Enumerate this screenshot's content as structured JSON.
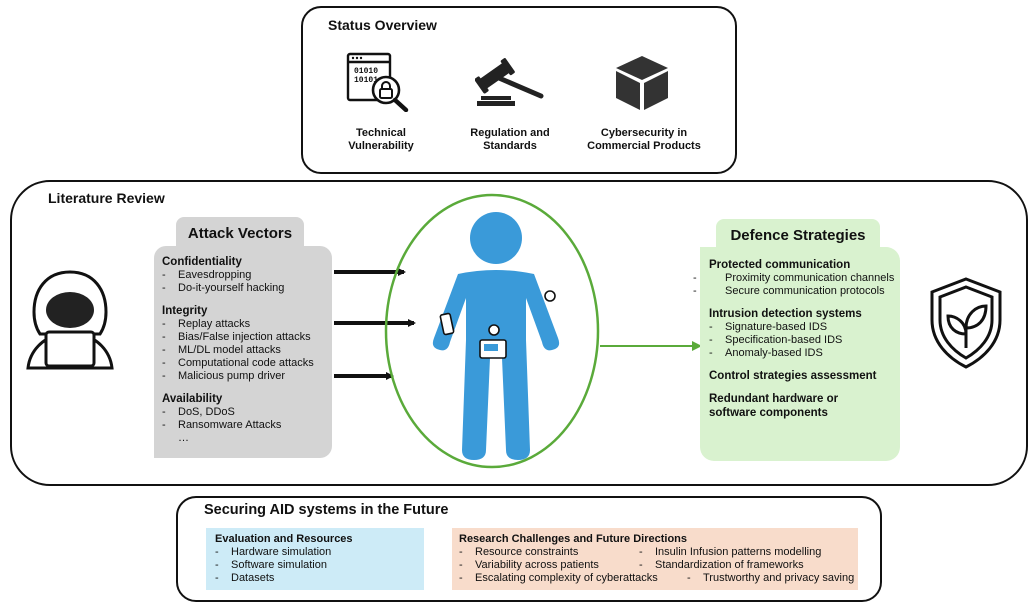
{
  "status_overview": {
    "title": "Status Overview",
    "items": [
      {
        "icon": "vulnerability-scan-icon",
        "label_line1": "Technical",
        "label_line2": "Vulnerability"
      },
      {
        "icon": "gavel-icon",
        "label_line1": "Regulation and",
        "label_line2": "Standards"
      },
      {
        "icon": "cube-icon",
        "label_line1": "Cybersecurity in",
        "label_line2": "Commercial Products"
      }
    ]
  },
  "literature_review": {
    "title": "Literature Review",
    "attack_vectors": {
      "title": "Attack Vectors",
      "groups": [
        {
          "heading": "Confidentiality",
          "items": [
            "Eavesdropping",
            "Do-it-yourself hacking"
          ]
        },
        {
          "heading": "Integrity",
          "items": [
            "Replay attacks",
            "Bias/False injection attacks",
            "ML/DL model attacks",
            "Computational code attacks",
            "Malicious pump driver"
          ]
        },
        {
          "heading": "Availability",
          "items": [
            "DoS, DDoS",
            "Ransomware Attacks"
          ]
        }
      ],
      "ellipsis": "…"
    },
    "defence_strategies": {
      "title": "Defence Strategies",
      "groups": [
        {
          "heading": "Protected communication",
          "items": [
            "Proximity communication channels",
            "Secure communication protocols"
          ]
        },
        {
          "heading": "Intrusion detection systems",
          "items": [
            "Signature-based IDS",
            "Specification-based IDS",
            "Anomaly-based IDS"
          ]
        },
        {
          "heading": "Control strategies assessment",
          "items": []
        },
        {
          "heading": "Redundant hardware or software components",
          "items": []
        }
      ]
    },
    "icons": {
      "left": "hacker-icon",
      "right": "shield-leaf-icon",
      "center": "patient-with-devices-icon"
    }
  },
  "future": {
    "title": "Securing AID systems in the Future",
    "evaluation": {
      "title": "Evaluation and Resources",
      "items": [
        "Hardware simulation",
        "Software simulation",
        "Datasets"
      ]
    },
    "research": {
      "title": "Research Challenges and Future Directions",
      "col1": [
        "Resource constraints",
        "Variability across patients",
        "Escalating complexity of cyberattacks"
      ],
      "col2": [
        "Insulin Infusion patterns modelling",
        "Standardization of frameworks",
        "Trustworthy and privacy saving"
      ]
    }
  },
  "colors": {
    "attack_bg": "#d4d4d4",
    "defence_bg": "#d9f2cf",
    "evaluation_bg": "#cdebf7",
    "research_bg": "#f8dccb",
    "person": "#3a9ad9",
    "circle": "#5aaa3a"
  }
}
